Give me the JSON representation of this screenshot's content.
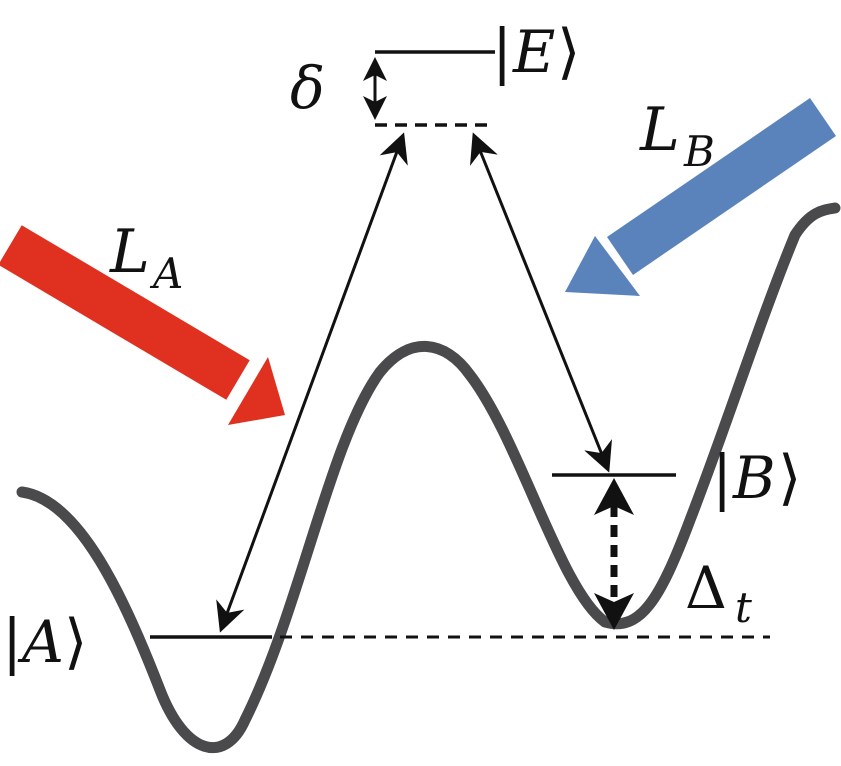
{
  "states": {
    "excited": {
      "open": "|",
      "letter": "E",
      "close": "⟩"
    },
    "left": {
      "open": "|",
      "letter": "A",
      "close": "⟩"
    },
    "right": {
      "open": "|",
      "letter": "B",
      "close": "⟩"
    }
  },
  "lasers": {
    "a": {
      "symbol": "L",
      "subscript": "A",
      "color": "#e03020"
    },
    "b": {
      "symbol": "L",
      "subscript": "B",
      "color": "#5a83bb"
    }
  },
  "detuning": {
    "symbol": "δ"
  },
  "tilt": {
    "symbol": "Δ",
    "subscript": "t"
  },
  "colors": {
    "potential": "#4a4a4d",
    "levels": "#111111"
  }
}
